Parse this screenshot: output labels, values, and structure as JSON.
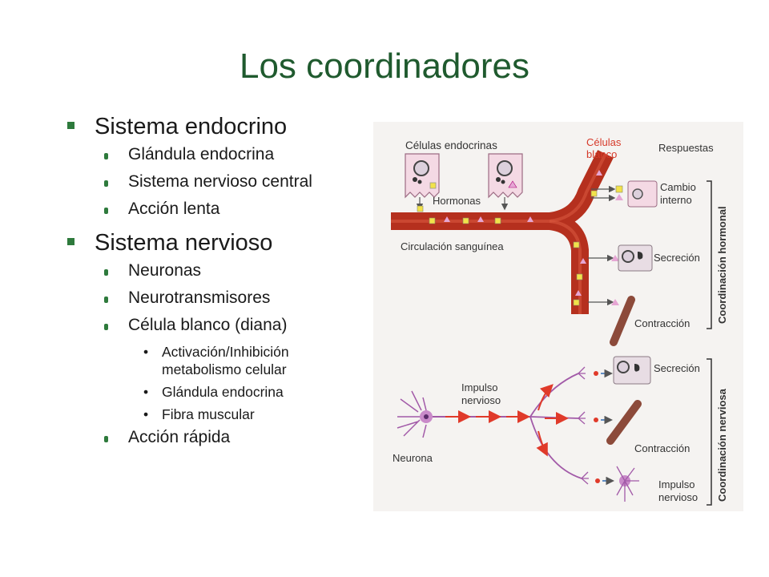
{
  "slide": {
    "title": "Los coordinadores"
  },
  "bullets": [
    {
      "label": "Sistema endocrino",
      "children": [
        {
          "label": "Glándula endocrina"
        },
        {
          "label": "Sistema nervioso central"
        },
        {
          "label": "Acción lenta"
        }
      ]
    },
    {
      "label": "Sistema nervioso",
      "children": [
        {
          "label": "Neuronas"
        },
        {
          "label": "Neurotransmisores"
        },
        {
          "label": "Célula blanco (diana)",
          "children": [
            {
              "label": "Activación/Inhibición metabolismo celular"
            },
            {
              "label": "Glándula endocrina"
            },
            {
              "label": "Fibra muscular"
            }
          ]
        },
        {
          "label": "Acción rápida"
        }
      ]
    }
  ],
  "figure": {
    "labels": {
      "endocrine_cells": "Células endocrinas",
      "target_cells_1": "Células",
      "target_cells_2": "blanco",
      "responses": "Respuestas",
      "hormones": "Hormonas",
      "blood_circulation": "Circulación sanguínea",
      "internal_change_1": "Cambio",
      "internal_change_2": "interno",
      "secretion_hormonal": "Secreción",
      "contraction_hormonal": "Contracción",
      "hormonal_coordination": "Coordinación hormonal",
      "nerve_impulse_1": "Impulso",
      "nerve_impulse_2": "nervioso",
      "neuron": "Neurona",
      "secretion_nervous": "Secreción",
      "contraction_nervous": "Contracción",
      "impulse_out_1": "Impulso",
      "impulse_out_2": "nervioso",
      "nervous_coordination": "Coordinación nerviosa"
    },
    "colors": {
      "vessel": "#b5301e",
      "hormone_square": "#f2e24a",
      "hormone_triangle": "#e6a6d4",
      "nerve": "#a25aa8",
      "arrow": "#e03a2a",
      "target_label": "#d63a2a",
      "text": "#333333"
    }
  }
}
